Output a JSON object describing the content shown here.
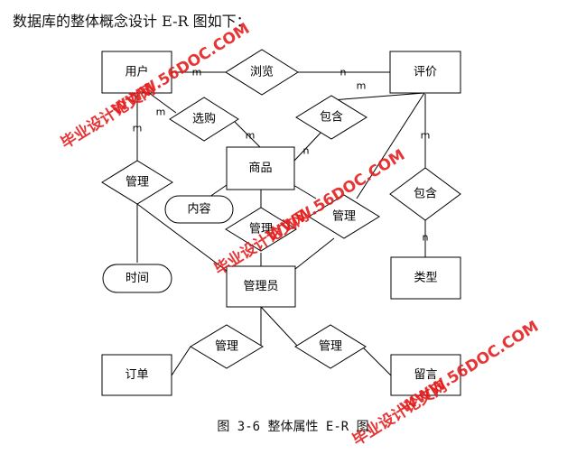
{
  "intro_text": "数据库的整体概念设计 E-R 图如下：",
  "caption": "图 3-6 整体属性 E-R 图",
  "entities": {
    "user": "用户",
    "review": "评价",
    "product": "商品",
    "admin": "管理员",
    "type": "类型",
    "order": "订单",
    "message": "留言"
  },
  "relationships": {
    "browse": "浏览",
    "purchase": "选购",
    "contain1": "包含",
    "manage1": "管理",
    "manage2": "管理",
    "manage3": "管理",
    "contain2": "包含",
    "manage4": "管理",
    "manage5": "管理"
  },
  "attributes": {
    "content": "内容",
    "time": "时间"
  },
  "cardinalities": {
    "user_browse": "m",
    "browse_review": "n",
    "review_contain1": "m",
    "user_purchase": "m",
    "purchase_product": "m",
    "contain1_product": "n",
    "user_manage1": "m",
    "review_contain2": "m",
    "contain2_type": "n"
  },
  "watermarks": {
    "w1": "毕业设计论文网",
    "w2": "WWW.56DOC.COM"
  }
}
